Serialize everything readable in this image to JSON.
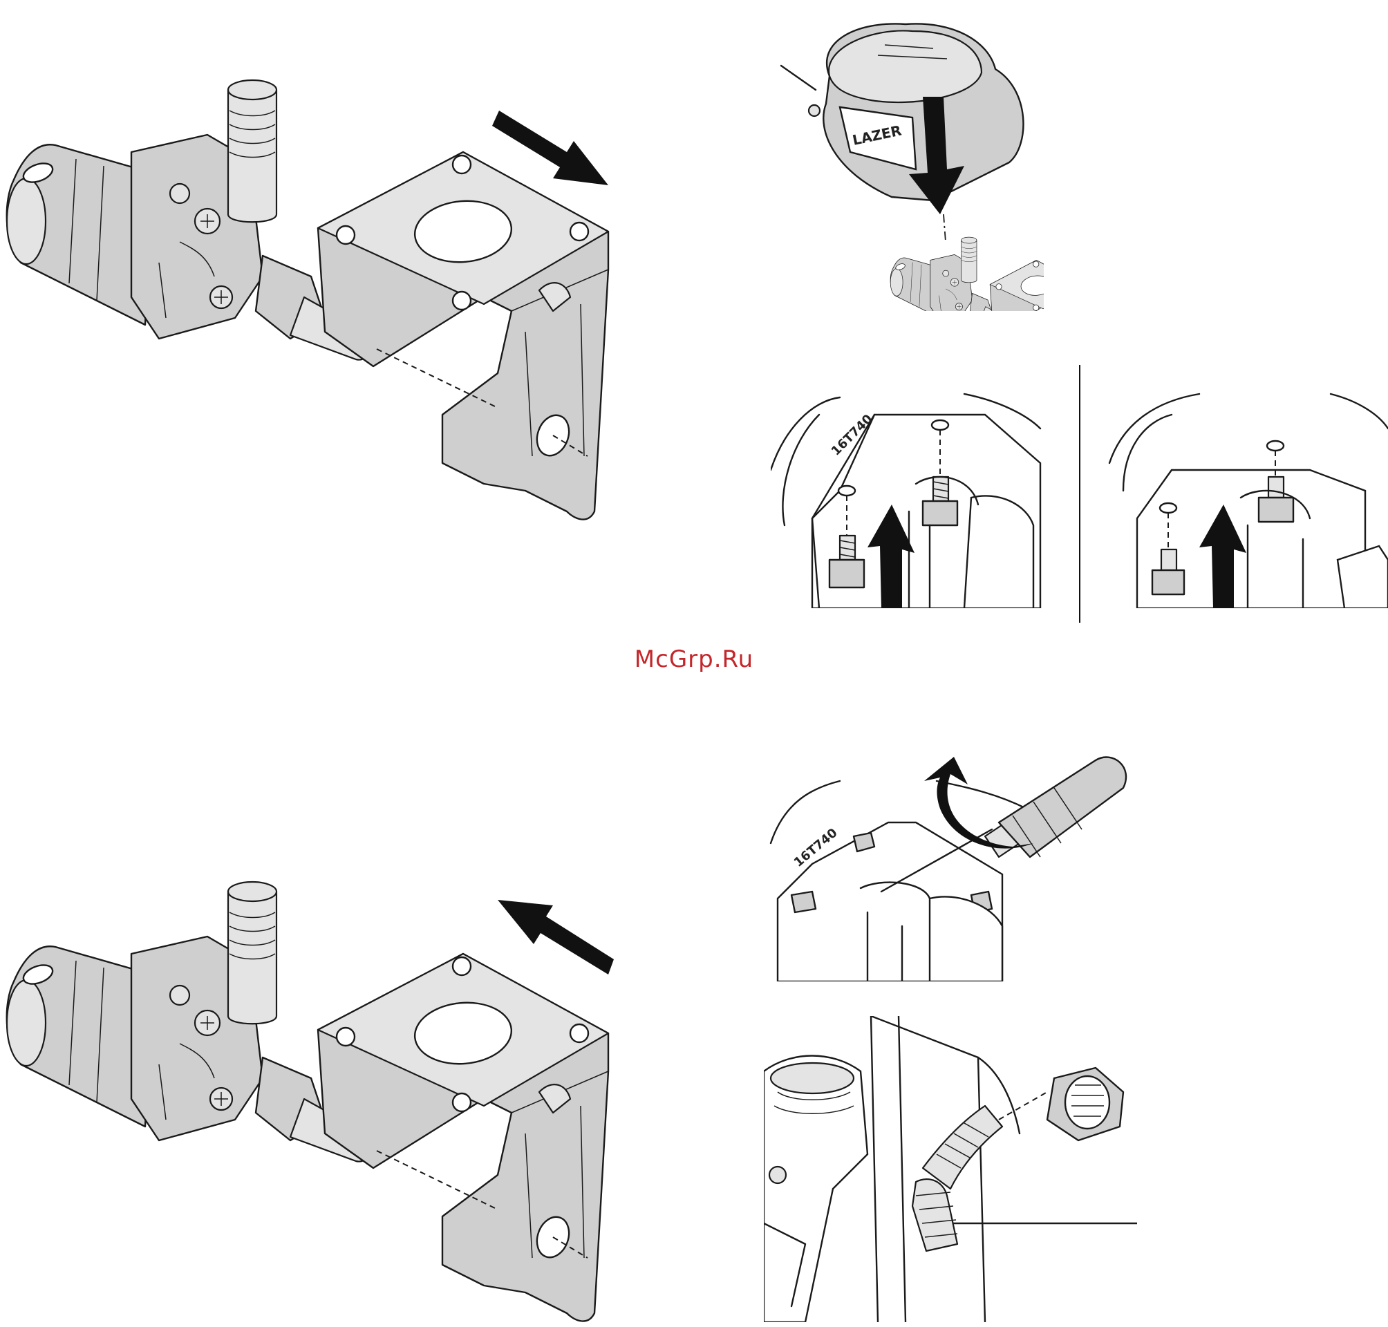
{
  "watermark": {
    "text": "McGrp.Ru",
    "color": "#c3272b"
  },
  "figures": {
    "pump_remove": {
      "direction": "away-from-bracket"
    },
    "shroud": {
      "logo_text": "LAZER"
    },
    "bolts_left": {
      "part_number": "16T740"
    },
    "bolts_right": {},
    "pump_install": {
      "direction": "toward-bracket"
    },
    "screwdriver": {
      "part_number": "16T740"
    },
    "nut_fitting": {}
  },
  "icons": [
    "arrow-icon",
    "pump-icon",
    "bracket-icon",
    "bolt-icon",
    "screwdriver-icon",
    "hex-nut-icon"
  ]
}
